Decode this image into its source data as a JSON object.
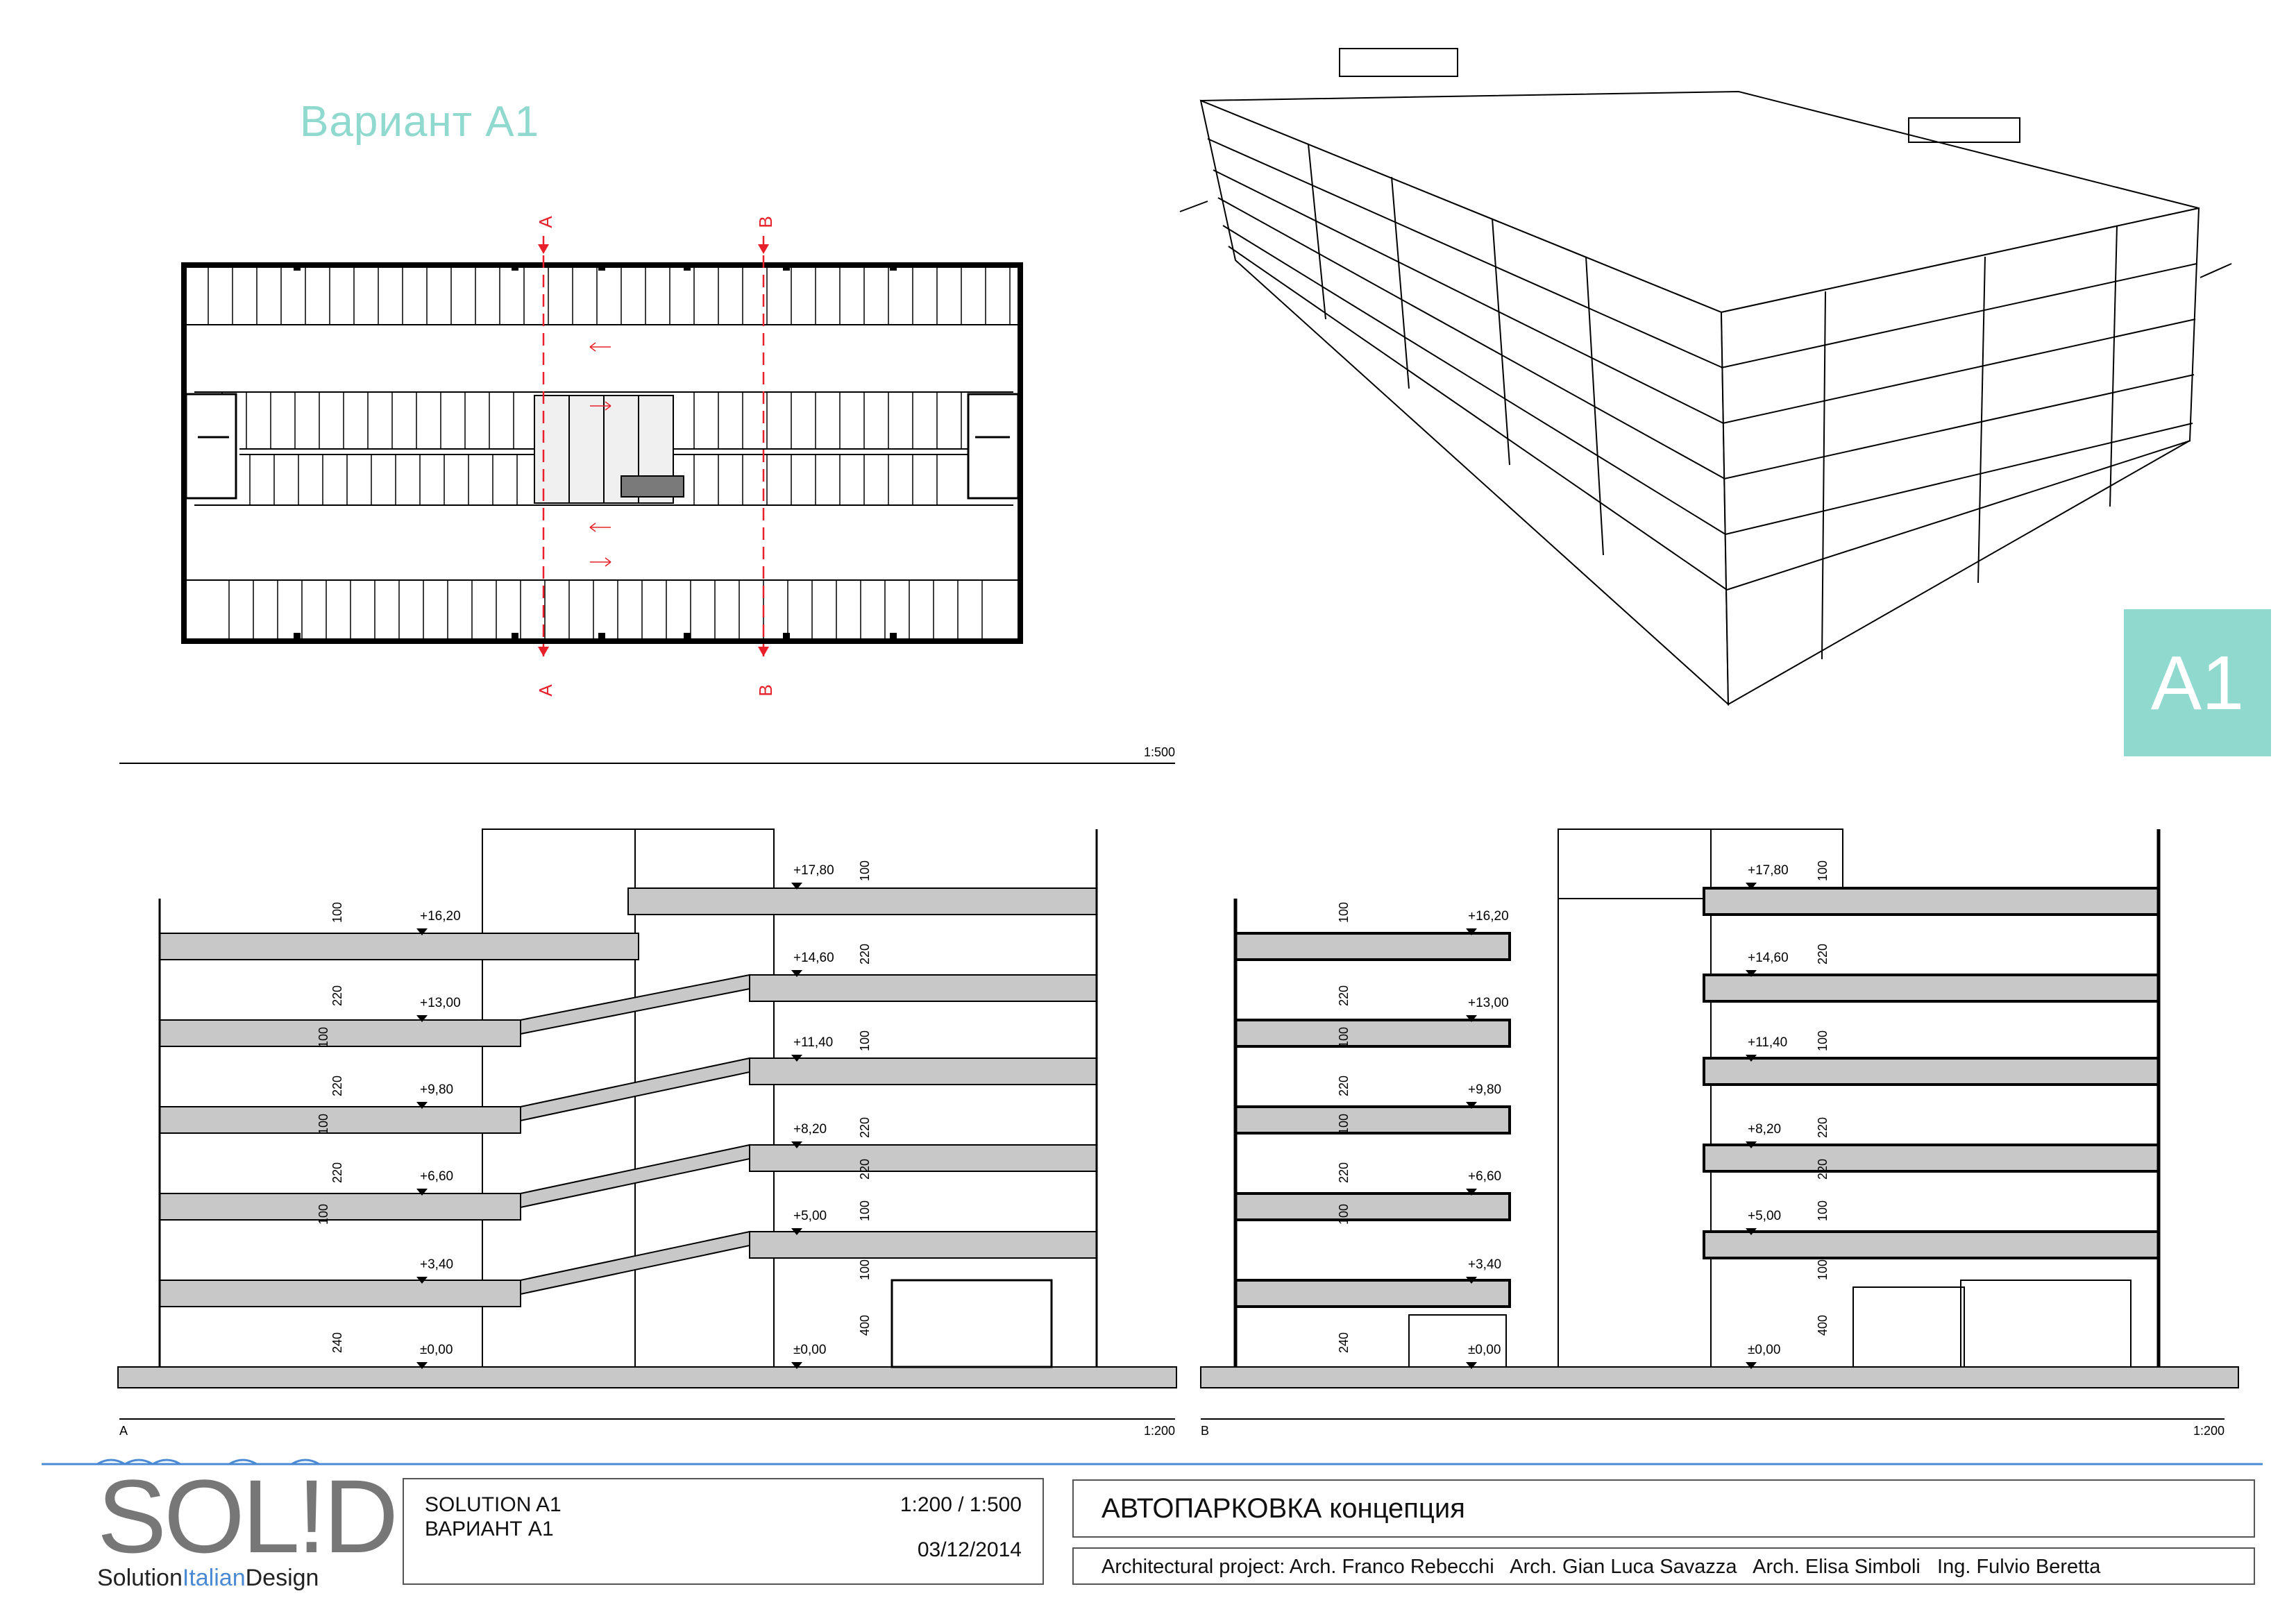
{
  "variant_title": "Вариант А1",
  "badge": "A1",
  "plan": {
    "scale": "1:500",
    "section_marks": {
      "a": "A",
      "b": "B"
    }
  },
  "section_a": {
    "id": "A",
    "scale": "1:200",
    "levels": [
      "+17,80",
      "+16,20",
      "+14,60",
      "+13,00",
      "+11,40",
      "+9,80",
      "+8,20",
      "+6,60",
      "+5,00",
      "+3,40",
      "±0,00",
      "±0,00"
    ],
    "dims": [
      "100",
      "100",
      "220",
      "220",
      "100",
      "100",
      "220",
      "220",
      "100",
      "100",
      "220",
      "220",
      "100",
      "100",
      "240",
      "400"
    ]
  },
  "section_b": {
    "id": "B",
    "scale": "1:200",
    "levels": [
      "+17,80",
      "+16,20",
      "+14,60",
      "+13,00",
      "+11,40",
      "+9,80",
      "+8,20",
      "+6,60",
      "+5,00",
      "+3,40",
      "±0,00",
      "±0,00"
    ],
    "dims": [
      "100",
      "100",
      "220",
      "220",
      "100",
      "100",
      "220",
      "220",
      "100",
      "100",
      "220",
      "220",
      "100",
      "100",
      "240",
      "400"
    ]
  },
  "title_block": {
    "logo_main": "SOL!D",
    "logo_sub_1": "Solution",
    "logo_sub_2": "Italian",
    "logo_sub_3": "Design",
    "solution_en": "SOLUTION A1",
    "solution_ru": "ВАРИАНТ А1",
    "scales": "1:200 / 1:500",
    "date": "03/12/2014",
    "project_title": "АВТОПАРКОВКА концепция",
    "credits": "Architectural project: Arch. Franco Rebecchi   Arch. Gian Luca Savazza   Arch. Elisa Simboli   Ing. Fulvio Beretta"
  },
  "colors": {
    "accent": "#8fd9cf",
    "section_cut": "#4a8ad4",
    "slab_fill": "#c8c8c8",
    "section_red": "#e8202a"
  }
}
